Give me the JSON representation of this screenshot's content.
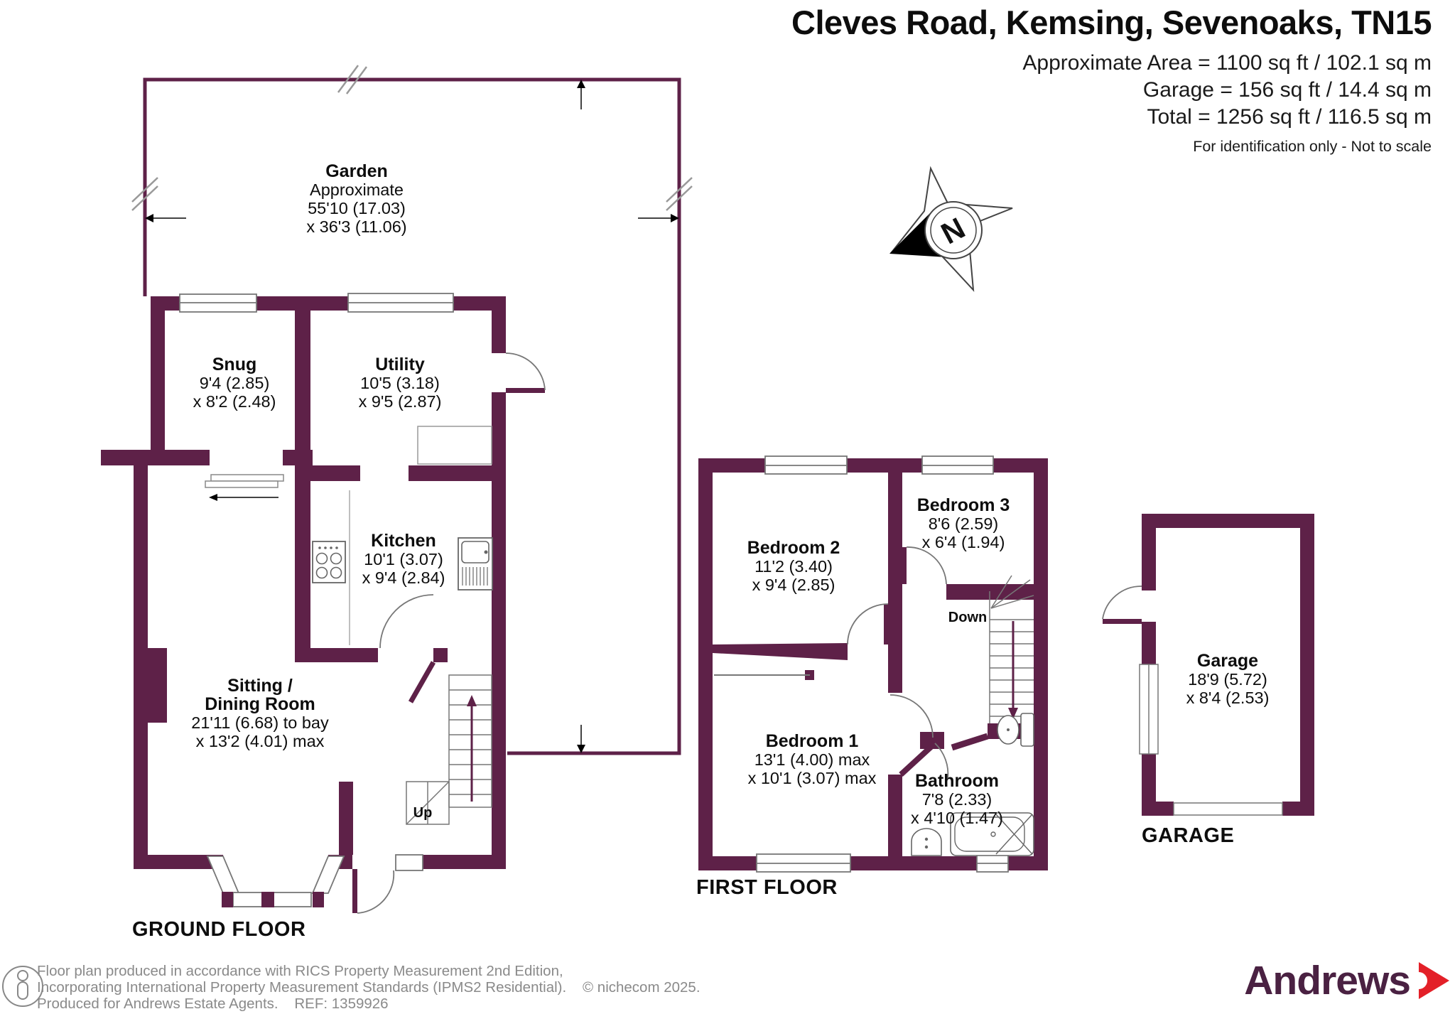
{
  "header": {
    "title": "Cleves Road, Kemsing, Sevenoaks, TN15",
    "area_line": "Approximate Area = 1100 sq ft / 102.1 sq m",
    "garage_line": "Garage = 156 sq ft / 14.4 sq m",
    "total_line": "Total = 1256 sq ft / 116.5 sq m",
    "disclaimer": "For identification only - Not to scale"
  },
  "compass": {
    "north_label": "N"
  },
  "ground_floor": {
    "label": "GROUND FLOOR",
    "up_label": "Up",
    "garden": {
      "name": "Garden",
      "note": "Approximate",
      "d1": "55'10 (17.03)",
      "d2": "x 36'3 (11.06)"
    },
    "snug": {
      "name": "Snug",
      "d1": "9'4 (2.85)",
      "d2": "x 8'2 (2.48)"
    },
    "utility": {
      "name": "Utility",
      "d1": "10'5 (3.18)",
      "d2": "x 9'5 (2.87)"
    },
    "kitchen": {
      "name": "Kitchen",
      "d1": "10'1 (3.07)",
      "d2": "x 9'4 (2.84)"
    },
    "sitting": {
      "name1": "Sitting /",
      "name2": "Dining Room",
      "d1": "21'11 (6.68) to bay",
      "d2": "x 13'2 (4.01) max"
    }
  },
  "first_floor": {
    "label": "FIRST FLOOR",
    "down_label": "Down",
    "bedroom1": {
      "name": "Bedroom 1",
      "d1": "13'1 (4.00) max",
      "d2": "x 10'1 (3.07) max"
    },
    "bedroom2": {
      "name": "Bedroom 2",
      "d1": "11'2 (3.40)",
      "d2": "x 9'4 (2.85)"
    },
    "bedroom3": {
      "name": "Bedroom 3",
      "d1": "8'6 (2.59)",
      "d2": "x 6'4 (1.94)"
    },
    "bathroom": {
      "name": "Bathroom",
      "d1": "7'8 (2.33)",
      "d2": "x 4'10 (1.47)"
    }
  },
  "garage": {
    "label": "GARAGE",
    "room": {
      "name": "Garage",
      "d1": "18'9 (5.72)",
      "d2": "x 8'4 (2.53)"
    }
  },
  "footer": {
    "line1": "Floor plan produced in accordance with RICS Property Measurement 2nd Edition,",
    "line2": "Incorporating International Property Measurement Standards (IPMS2 Residential).    © nichecom 2025.",
    "line3": "Produced for Andrews Estate Agents.    REF: 1359926"
  },
  "brand": {
    "name": "Andrews"
  },
  "colors": {
    "wall_plum": "#5e2148",
    "brand_plum": "#4a2142",
    "brand_red": "#e32028"
  }
}
